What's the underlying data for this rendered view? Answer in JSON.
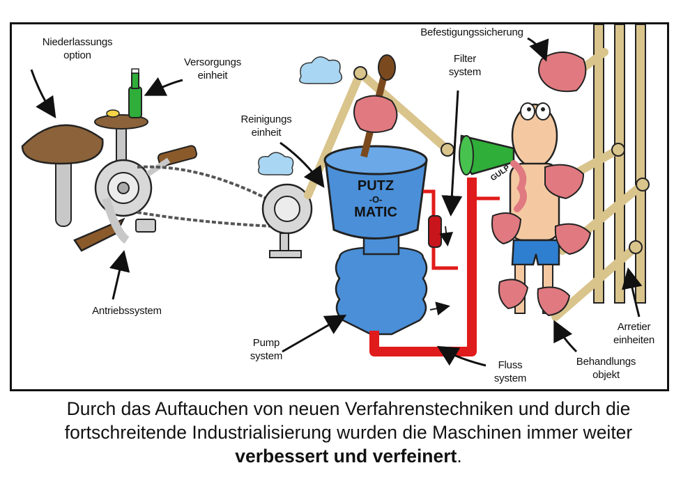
{
  "labels": {
    "niederlassungsoption": {
      "line1": "Niederlassungs",
      "line2": "option"
    },
    "versorgungseinheit": {
      "line1": "Versorgungs",
      "line2": "einheit"
    },
    "reinigungseinheit": {
      "line1": "Reinigungs",
      "line2": "einheit"
    },
    "befestigungssicherung": {
      "line1": "Befestigungssicherung"
    },
    "filtersystem": {
      "line1": "Filter",
      "line2": "system"
    },
    "antriebssystem": {
      "line1": "Antriebssystem"
    },
    "pumpsystem": {
      "line1": "Pump",
      "line2": "system"
    },
    "flusssystem": {
      "line1": "Fluss",
      "line2": "system"
    },
    "arretiereinheiten": {
      "line1": "Arretier",
      "line2": "einheiten"
    },
    "behandlungsobjekt": {
      "line1": "Behandlungs",
      "line2": "objekt"
    }
  },
  "machine_text": {
    "line1": "PUTZ",
    "line2": "-O-",
    "line3": "MATIC"
  },
  "sound_effect": "GULP",
  "caption": {
    "line1": "Durch das Auftauchen von neuen Verfahrenstechniken und durch die",
    "line2": "fortschreitende Industrialisierung wurden die Maschinen immer weiter",
    "line3_bold": "verbessert und verfeinert",
    "line3_end": "."
  },
  "colors": {
    "machine_blue": "#4a8fd8",
    "pipe_red": "#e01b1b",
    "glove_pink": "#e07a80",
    "wood_tan": "#d9c48c",
    "bottle_green": "#2fae3a"
  }
}
